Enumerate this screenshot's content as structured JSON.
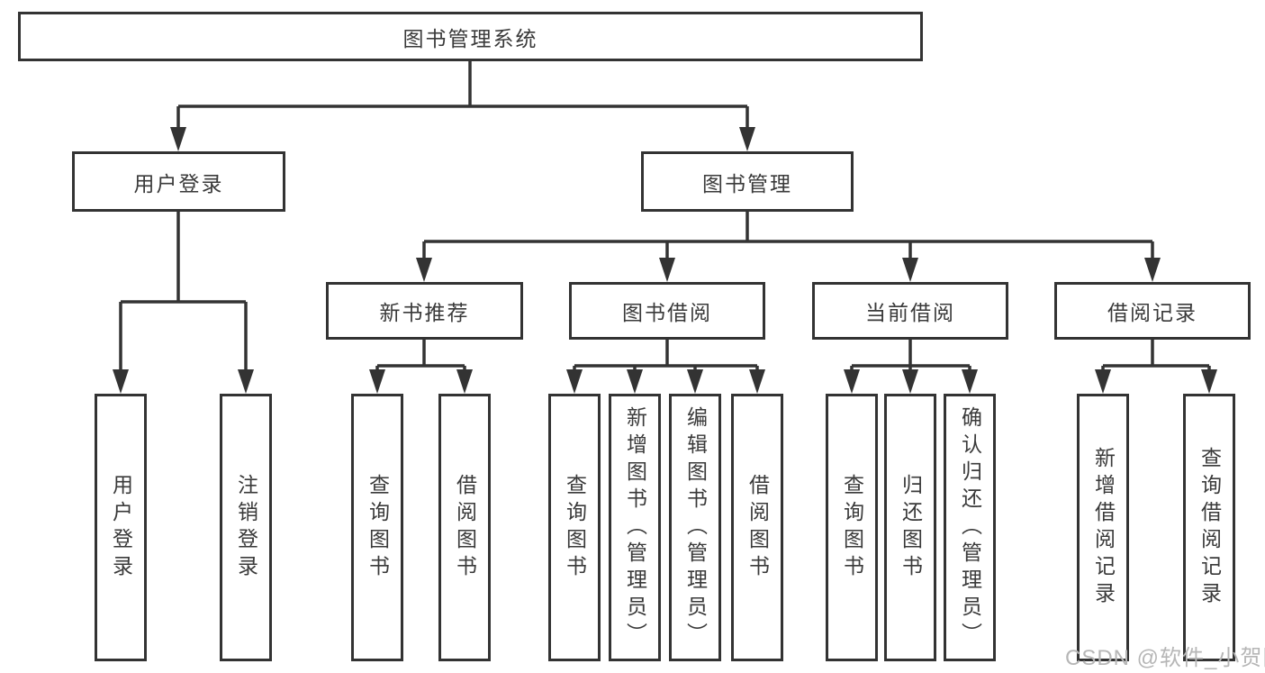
{
  "colors": {
    "line": "#333333",
    "node_border": "#333333",
    "node_text": "#3a3a3a",
    "background": "#ffffff",
    "watermark": "#b6b6b6"
  },
  "watermark": {
    "text": "CSDN @软件_小贺同学"
  },
  "tree": {
    "root": {
      "label": "图书管理系统"
    },
    "branches": [
      {
        "label": "用户登录",
        "children": [
          {
            "label": "用户登录"
          },
          {
            "label": "注销登录"
          }
        ]
      },
      {
        "label": "图书管理",
        "children": [
          {
            "label": "新书推荐",
            "children": [
              {
                "label": "查询图书"
              },
              {
                "label": "借阅图书"
              }
            ]
          },
          {
            "label": "图书借阅",
            "children": [
              {
                "label": "查询图书"
              },
              {
                "label": "新增图书（管理员）"
              },
              {
                "label": "编辑图书（管理员）"
              },
              {
                "label": "借阅图书"
              }
            ]
          },
          {
            "label": "当前借阅",
            "children": [
              {
                "label": "查询图书"
              },
              {
                "label": "归还图书"
              },
              {
                "label": "确认归还（管理员）"
              }
            ]
          },
          {
            "label": "借阅记录",
            "children": [
              {
                "label": "新增借阅记录"
              },
              {
                "label": "查询借阅记录"
              }
            ]
          }
        ]
      }
    ]
  }
}
